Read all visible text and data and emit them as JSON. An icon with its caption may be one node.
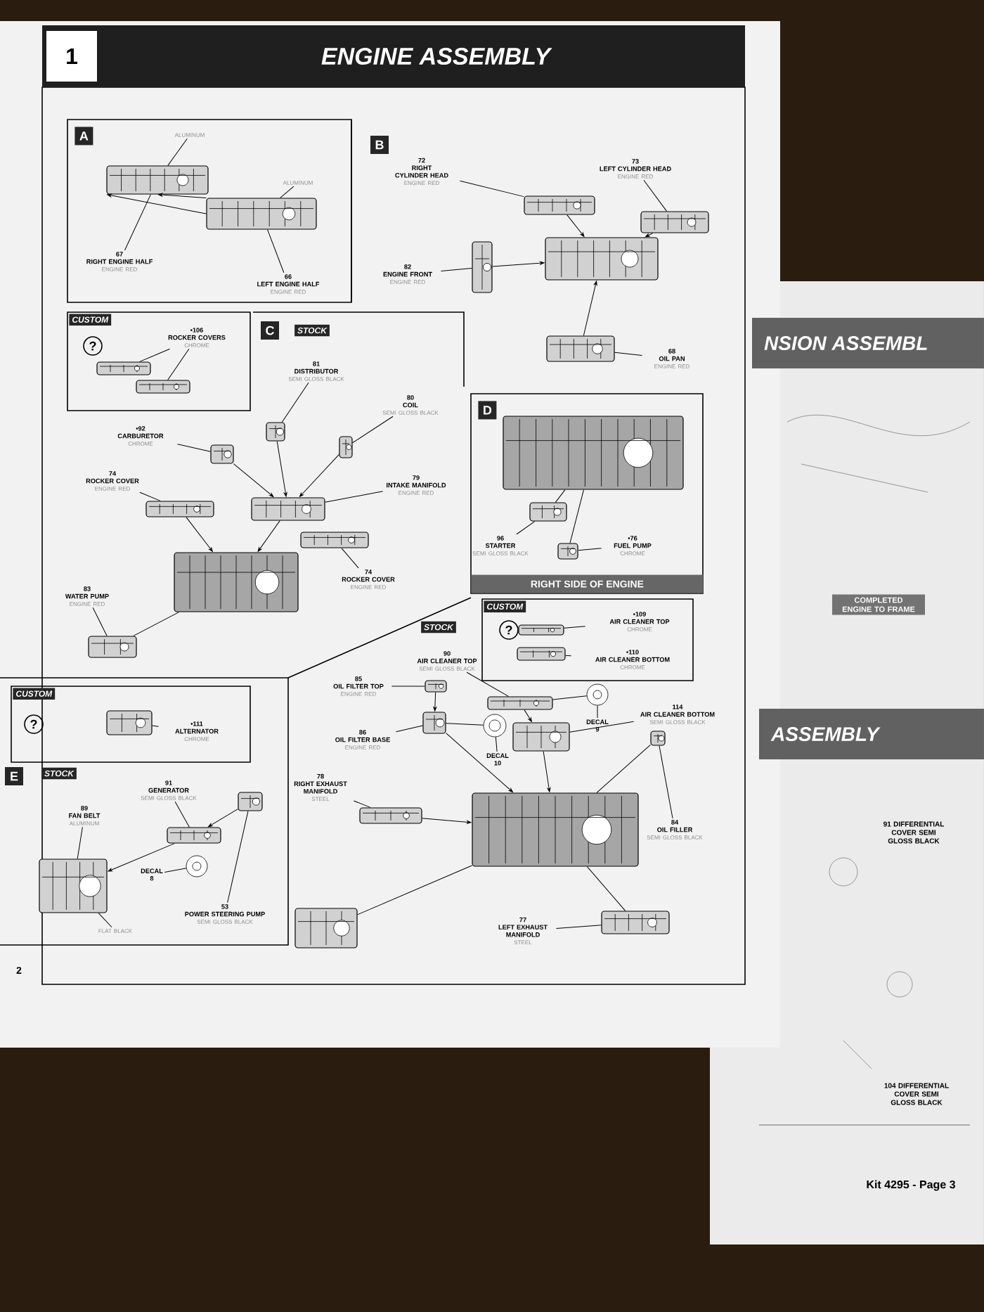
{
  "diagram": {
    "title": "ENGINE ASSEMBLY",
    "nodes": [
      {
        "text": [
          "A"
        ]
      },
      {
        "text": [
          "ALUMINUM"
        ],
        "in": 0
      },
      {
        "text": [
          "ALUMINUM"
        ],
        "in": 0
      },
      {
        "text": [
          "67",
          "RIGHT ENGINE HALF",
          "ENGINE RED"
        ],
        "in": 0
      },
      {
        "text": [
          "66",
          "LEFT ENGINE HALF",
          "ENGINE RED"
        ],
        "in": 0
      },
      {
        "text": [],
        "shape": "picture",
        "in": 0
      },
      {
        "text": [],
        "shape": "picture",
        "in": 0
      },
      {
        "text": [
          "72",
          "RIGHT CYLINDER HEAD",
          "ENGINE RED"
        ]
      },
      {
        "text": [
          "73",
          "LEFT CYLINDER HEAD",
          "ENGINE RED"
        ]
      },
      {
        "text": [
          "82",
          "ENGINE FRONT",
          "ENGINE RED"
        ]
      },
      {
        "text": [
          "68",
          "OIL PAN",
          "ENGINE RED"
        ]
      },
      {
        "text": [],
        "shape": "picture"
      },
      {
        "text": [],
        "shape": "picture"
      },
      {
        "text": [],
        "shape": "picture"
      },
      {
        "text": [],
        "shape": "picture"
      },
      {
        "text": [],
        "shape": "picture"
      },
      {
        "text": [
          "CUSTOM"
        ]
      },
      {
        "text": [
          "?"
        ],
        "in": 16
      },
      {
        "text": [
          "•106",
          "ROCKER COVERS",
          "CHROME"
        ],
        "in": 16
      },
      {
        "text": [],
        "shape": "picture",
        "in": 16
      },
      {
        "text": [],
        "shape": "picture",
        "in": 16
      },
      {
        "text": [
          "81",
          "DISTRIBUTOR",
          "SEMI GLOSS BLACK"
        ]
      },
      {
        "text": [
          "80",
          "COIL",
          "SEMI GLOSS BLACK"
        ]
      },
      {
        "text": [
          "•92",
          "CARBURETOR",
          "CHROME"
        ]
      },
      {
        "text": [
          "74",
          "ROCKER COVER",
          "ENGINE RED"
        ]
      },
      {
        "text": [
          "79",
          "INTAKE MANIFOLD",
          "ENGINE RED"
        ]
      },
      {
        "text": [
          "74",
          "ROCKER COVER",
          "ENGINE RED"
        ]
      },
      {
        "text": [
          "83",
          "WATER PUMP",
          "ENGINE RED"
        ]
      },
      {
        "text": [],
        "shape": "picture"
      },
      {
        "text": [],
        "shape": "picture"
      },
      {
        "text": [],
        "shape": "picture"
      },
      {
        "text": [],
        "shape": "picture"
      },
      {
        "text": [],
        "shape": "picture"
      },
      {
        "text": [],
        "shape": "picture"
      },
      {
        "text": [],
        "shape": "picture"
      },
      {
        "text": [],
        "shape": "picture"
      },
      {
        "text": [
          "D",
          "RIGHT SIDE OF ENGINE"
        ]
      },
      {
        "text": [
          "96",
          "STARTER",
          "SEMI GLOSS BLACK"
        ],
        "in": 36
      },
      {
        "text": [
          "•76",
          "FUEL PUMP",
          "CHROME"
        ],
        "in": 36
      },
      {
        "text": [],
        "shape": "picture",
        "in": 36
      },
      {
        "text": [],
        "shape": "picture",
        "in": 36
      },
      {
        "text": [],
        "shape": "picture",
        "in": 36
      },
      {
        "text": [
          "CUSTOM"
        ]
      },
      {
        "text": [
          "?"
        ],
        "in": 42
      },
      {
        "text": [
          "•109",
          "AIR CLEANER TOP",
          "CHROME"
        ],
        "in": 42
      },
      {
        "text": [
          "•110",
          "AIR CLEANER BOTTOM",
          "CHROME"
        ],
        "in": 42
      },
      {
        "text": [],
        "shape": "picture",
        "in": 42
      },
      {
        "text": [],
        "shape": "picture",
        "in": 42
      },
      {
        "text": [
          "90",
          "AIR CLEANER TOP",
          "SEMI GLOSS BLACK"
        ]
      },
      {
        "text": [
          "85",
          "OIL FILTER TOP",
          "ENGINE RED"
        ]
      },
      {
        "text": [
          "86",
          "OIL FILTER BASE",
          "ENGINE RED"
        ]
      },
      {
        "text": [
          "DECAL",
          "10"
        ]
      },
      {
        "text": [
          "DECAL",
          "9"
        ]
      },
      {
        "text": [
          "114",
          "AIR CLEANER BOTTOM",
          "SEMI GLOSS BLACK"
        ]
      },
      {
        "text": [
          "78",
          "RIGHT EXHAUST MANIFOLD",
          "STEEL"
        ]
      },
      {
        "text": [
          "84",
          "OIL FILLER",
          "SEMI GLOSS BLACK"
        ]
      },
      {
        "text": [
          "77",
          "LEFT EXHAUST MANIFOLD",
          "STEEL"
        ]
      },
      {
        "text": [],
        "shape": "picture"
      },
      {
        "text": [],
        "shape": "picture"
      },
      {
        "text": [],
        "shape": "picture"
      },
      {
        "text": [],
        "shape": "circle"
      },
      {
        "text": [],
        "shape": "circle"
      },
      {
        "text": [],
        "shape": "picture"
      },
      {
        "text": [],
        "shape": "picture"
      },
      {
        "text": [],
        "shape": "picture"
      },
      {
        "text": [],
        "shape": "picture"
      },
      {
        "text": [],
        "shape": "picture"
      },
      {
        "text": [],
        "shape": "picture"
      },
      {
        "text": [
          "CUSTOM"
        ]
      },
      {
        "text": [
          "?"
        ],
        "in": 68
      },
      {
        "text": [
          "•111",
          "ALTERNATOR",
          "CHROME"
        ],
        "in": 68
      },
      {
        "text": [],
        "shape": "picture",
        "in": 68
      },
      {
        "text": [
          "91",
          "GENERATOR",
          "SEMI GLOSS BLACK"
        ]
      },
      {
        "text": [
          "89",
          "FAN BELT",
          "ALUMINUM"
        ]
      },
      {
        "text": [
          "DECAL",
          "8"
        ]
      },
      {
        "text": [
          "53",
          "POWER STEERING PUMP",
          "SEMI GLOSS BLACK"
        ]
      },
      {
        "text": [
          "FLAT BLACK"
        ]
      },
      {
        "text": [],
        "shape": "picture"
      },
      {
        "text": [],
        "shape": "picture"
      },
      {
        "text": [],
        "shape": "circle"
      },
      {
        "text": [],
        "shape": "picture"
      },
      {
        "text": [
          "COMPLETED ENGINE TO FRAME"
        ]
      }
    ],
    "edges": [
      {
        "from": 1,
        "to": 5,
        "arrow": "none"
      },
      {
        "from": 2,
        "to": 6,
        "arrow": "none"
      },
      {
        "from": 3,
        "to": 5,
        "arrow": "none"
      },
      {
        "from": 4,
        "to": 6,
        "arrow": "none"
      },
      {
        "from": 6,
        "to": 5,
        "arrow": "to"
      },
      {
        "from": 6,
        "to": 5,
        "arrow": "to"
      },
      {
        "from": 7,
        "to": 11,
        "arrow": "none"
      },
      {
        "from": 8,
        "to": 12,
        "arrow": "none"
      },
      {
        "from": 9,
        "to": 13,
        "arrow": "none"
      },
      {
        "from": 10,
        "to": 15,
        "arrow": "none"
      },
      {
        "from": 11,
        "to": 14,
        "arrow": "to"
      },
      {
        "from": 12,
        "to": 14,
        "arrow": "to"
      },
      {
        "from": 13,
        "to": 14,
        "arrow": "to"
      },
      {
        "from": 15,
        "to": 14,
        "arrow": "to"
      },
      {
        "from": 18,
        "to": 19,
        "arrow": "none"
      },
      {
        "from": 18,
        "to": 20,
        "arrow": "none"
      },
      {
        "from": 21,
        "to": 28,
        "arrow": "none"
      },
      {
        "from": 22,
        "to": 29,
        "arrow": "none"
      },
      {
        "from": 23,
        "to": 30,
        "arrow": "none"
      },
      {
        "from": 24,
        "to": 31,
        "arrow": "none"
      },
      {
        "from": 25,
        "to": 32,
        "arrow": "none"
      },
      {
        "from": 26,
        "to": 33,
        "arrow": "none"
      },
      {
        "from": 27,
        "to": 35,
        "arrow": "none"
      },
      {
        "from": 28,
        "to": 32,
        "arrow": "to"
      },
      {
        "from": 29,
        "to": 32,
        "arrow": "to"
      },
      {
        "from": 30,
        "to": 32,
        "arrow": "to"
      },
      {
        "from": 31,
        "to": 34,
        "arrow": "to"
      },
      {
        "from": 32,
        "to": 34,
        "arrow": "to"
      },
      {
        "from": 35,
        "to": 34,
        "arrow": "none"
      },
      {
        "from": 37,
        "to": 40,
        "arrow": "none"
      },
      {
        "from": 38,
        "to": 41,
        "arrow": "none"
      },
      {
        "from": 40,
        "to": 39,
        "arrow": "none"
      },
      {
        "from": 41,
        "to": 39,
        "arrow": "none"
      },
      {
        "from": 44,
        "to": 46,
        "arrow": "none"
      },
      {
        "from": 45,
        "to": 47,
        "arrow": "none"
      },
      {
        "from": 48,
        "to": 57,
        "arrow": "none"
      },
      {
        "from": 49,
        "to": 58,
        "arrow": "none"
      },
      {
        "from": 50,
        "to": 59,
        "arrow": "none"
      },
      {
        "from": 51,
        "to": 60,
        "arrow": "none"
      },
      {
        "from": 52,
        "to": 61,
        "arrow": "none"
      },
      {
        "from": 53,
        "to": 62,
        "arrow": "none"
      },
      {
        "from": 54,
        "to": 63,
        "arrow": "none"
      },
      {
        "from": 55,
        "to": 65,
        "arrow": "none"
      },
      {
        "from": 56,
        "to": 66,
        "arrow": "none"
      },
      {
        "from": 58,
        "to": 59,
        "arrow": "to"
      },
      {
        "from": 59,
        "to": 64,
        "arrow": "to"
      },
      {
        "from": 57,
        "to": 62,
        "arrow": "to"
      },
      {
        "from": 62,
        "to": 64,
        "arrow": "to"
      },
      {
        "from": 63,
        "to": 64,
        "arrow": "to"
      },
      {
        "from": 66,
        "to": 64,
        "arrow": "none"
      },
      {
        "from": 67,
        "to": 64,
        "arrow": "none"
      },
      {
        "from": 70,
        "to": 71,
        "arrow": "none"
      },
      {
        "from": 72,
        "to": 77,
        "arrow": "none"
      },
      {
        "from": 73,
        "to": 78,
        "arrow": "none"
      },
      {
        "from": 74,
        "to": 79,
        "arrow": "none"
      },
      {
        "from": 75,
        "to": 80,
        "arrow": "none"
      },
      {
        "from": 76,
        "to": 78,
        "arrow": "none"
      },
      {
        "from": 80,
        "to": 77,
        "arrow": "to"
      },
      {
        "from": 77,
        "to": 78,
        "arrow": "to"
      },
      {
        "from": 65,
        "to": 64,
        "arrow": "none"
      },
      {
        "from": 60,
        "to": 59,
        "arrow": "none"
      },
      {
        "from": 61,
        "to": 57,
        "arrow": "none"
      }
    ],
    "labels": [
      "1",
      "B",
      "C",
      "STOCK",
      "STOCK",
      "E",
      "STOCK",
      "2",
      "NSION ASSEMBL",
      "ASSEMBLY",
      "91 DIFFERENTIAL COVER SEMI GLOSS BLACK",
      "104 DIFFERENTIAL COVER SEMI GLOSS BLACK",
      "Kit 4295 - Page 3"
    ]
  }
}
